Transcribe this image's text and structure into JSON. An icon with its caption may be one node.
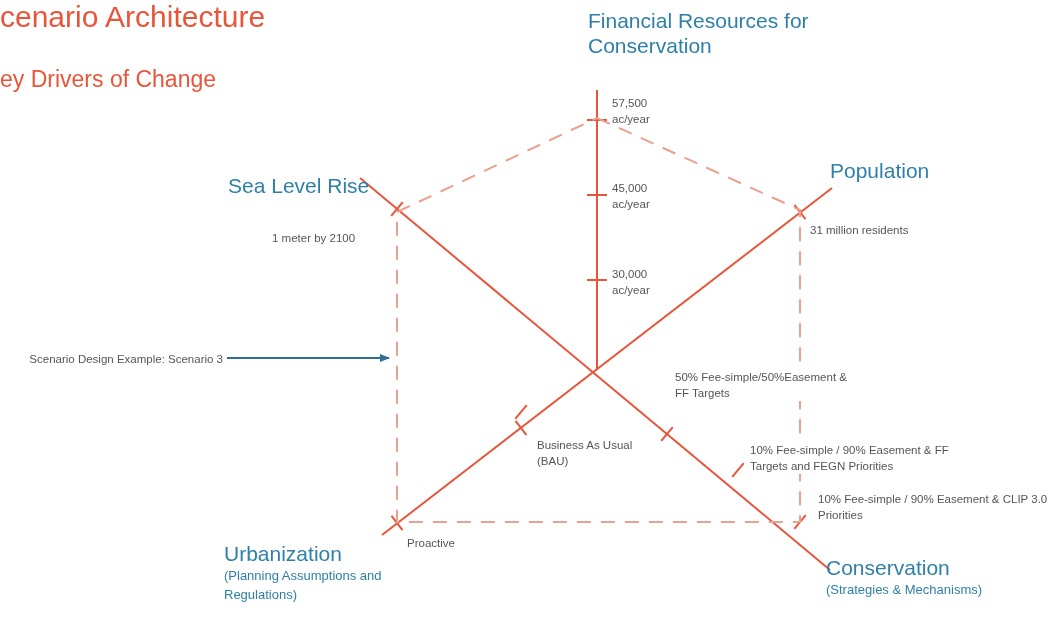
{
  "diagram": {
    "title": "cenario Architecture",
    "nodes": [
      {
        "text": [
          "Financial Resources for Conservation"
        ]
      },
      {
        "text": [
          "Population"
        ]
      },
      {
        "text": [
          "Sea Level Rise"
        ]
      },
      {
        "text": [
          "Urbanization",
          "(Planning Assumptions and Regulations)"
        ]
      },
      {
        "text": [
          "Conservation",
          "(Strategies & Mechanisms)"
        ]
      },
      {
        "text": [
          "Scenario Design Example: Scenario 3"
        ]
      },
      {
        "text": [],
        "shape": "pentagon"
      }
    ],
    "edges": [
      {
        "from": 5,
        "to": 6,
        "arrow": "to"
      }
    ],
    "labels": [
      "ey Drivers of Change",
      "57,500 ac/year",
      "45,000 ac/year",
      "1 meter by 2100",
      "31 million residents",
      "30,000 ac/year",
      "50% Fee-simple/50%Easement & FF Targets",
      "Business As Usual (BAU)",
      "10% Fee-simple / 90% Easement & FF Targets and FEGN Priorities",
      "10% Fee-simple / 90% Easement & CLIP 3.0 Priorities",
      "Proactive"
    ]
  }
}
